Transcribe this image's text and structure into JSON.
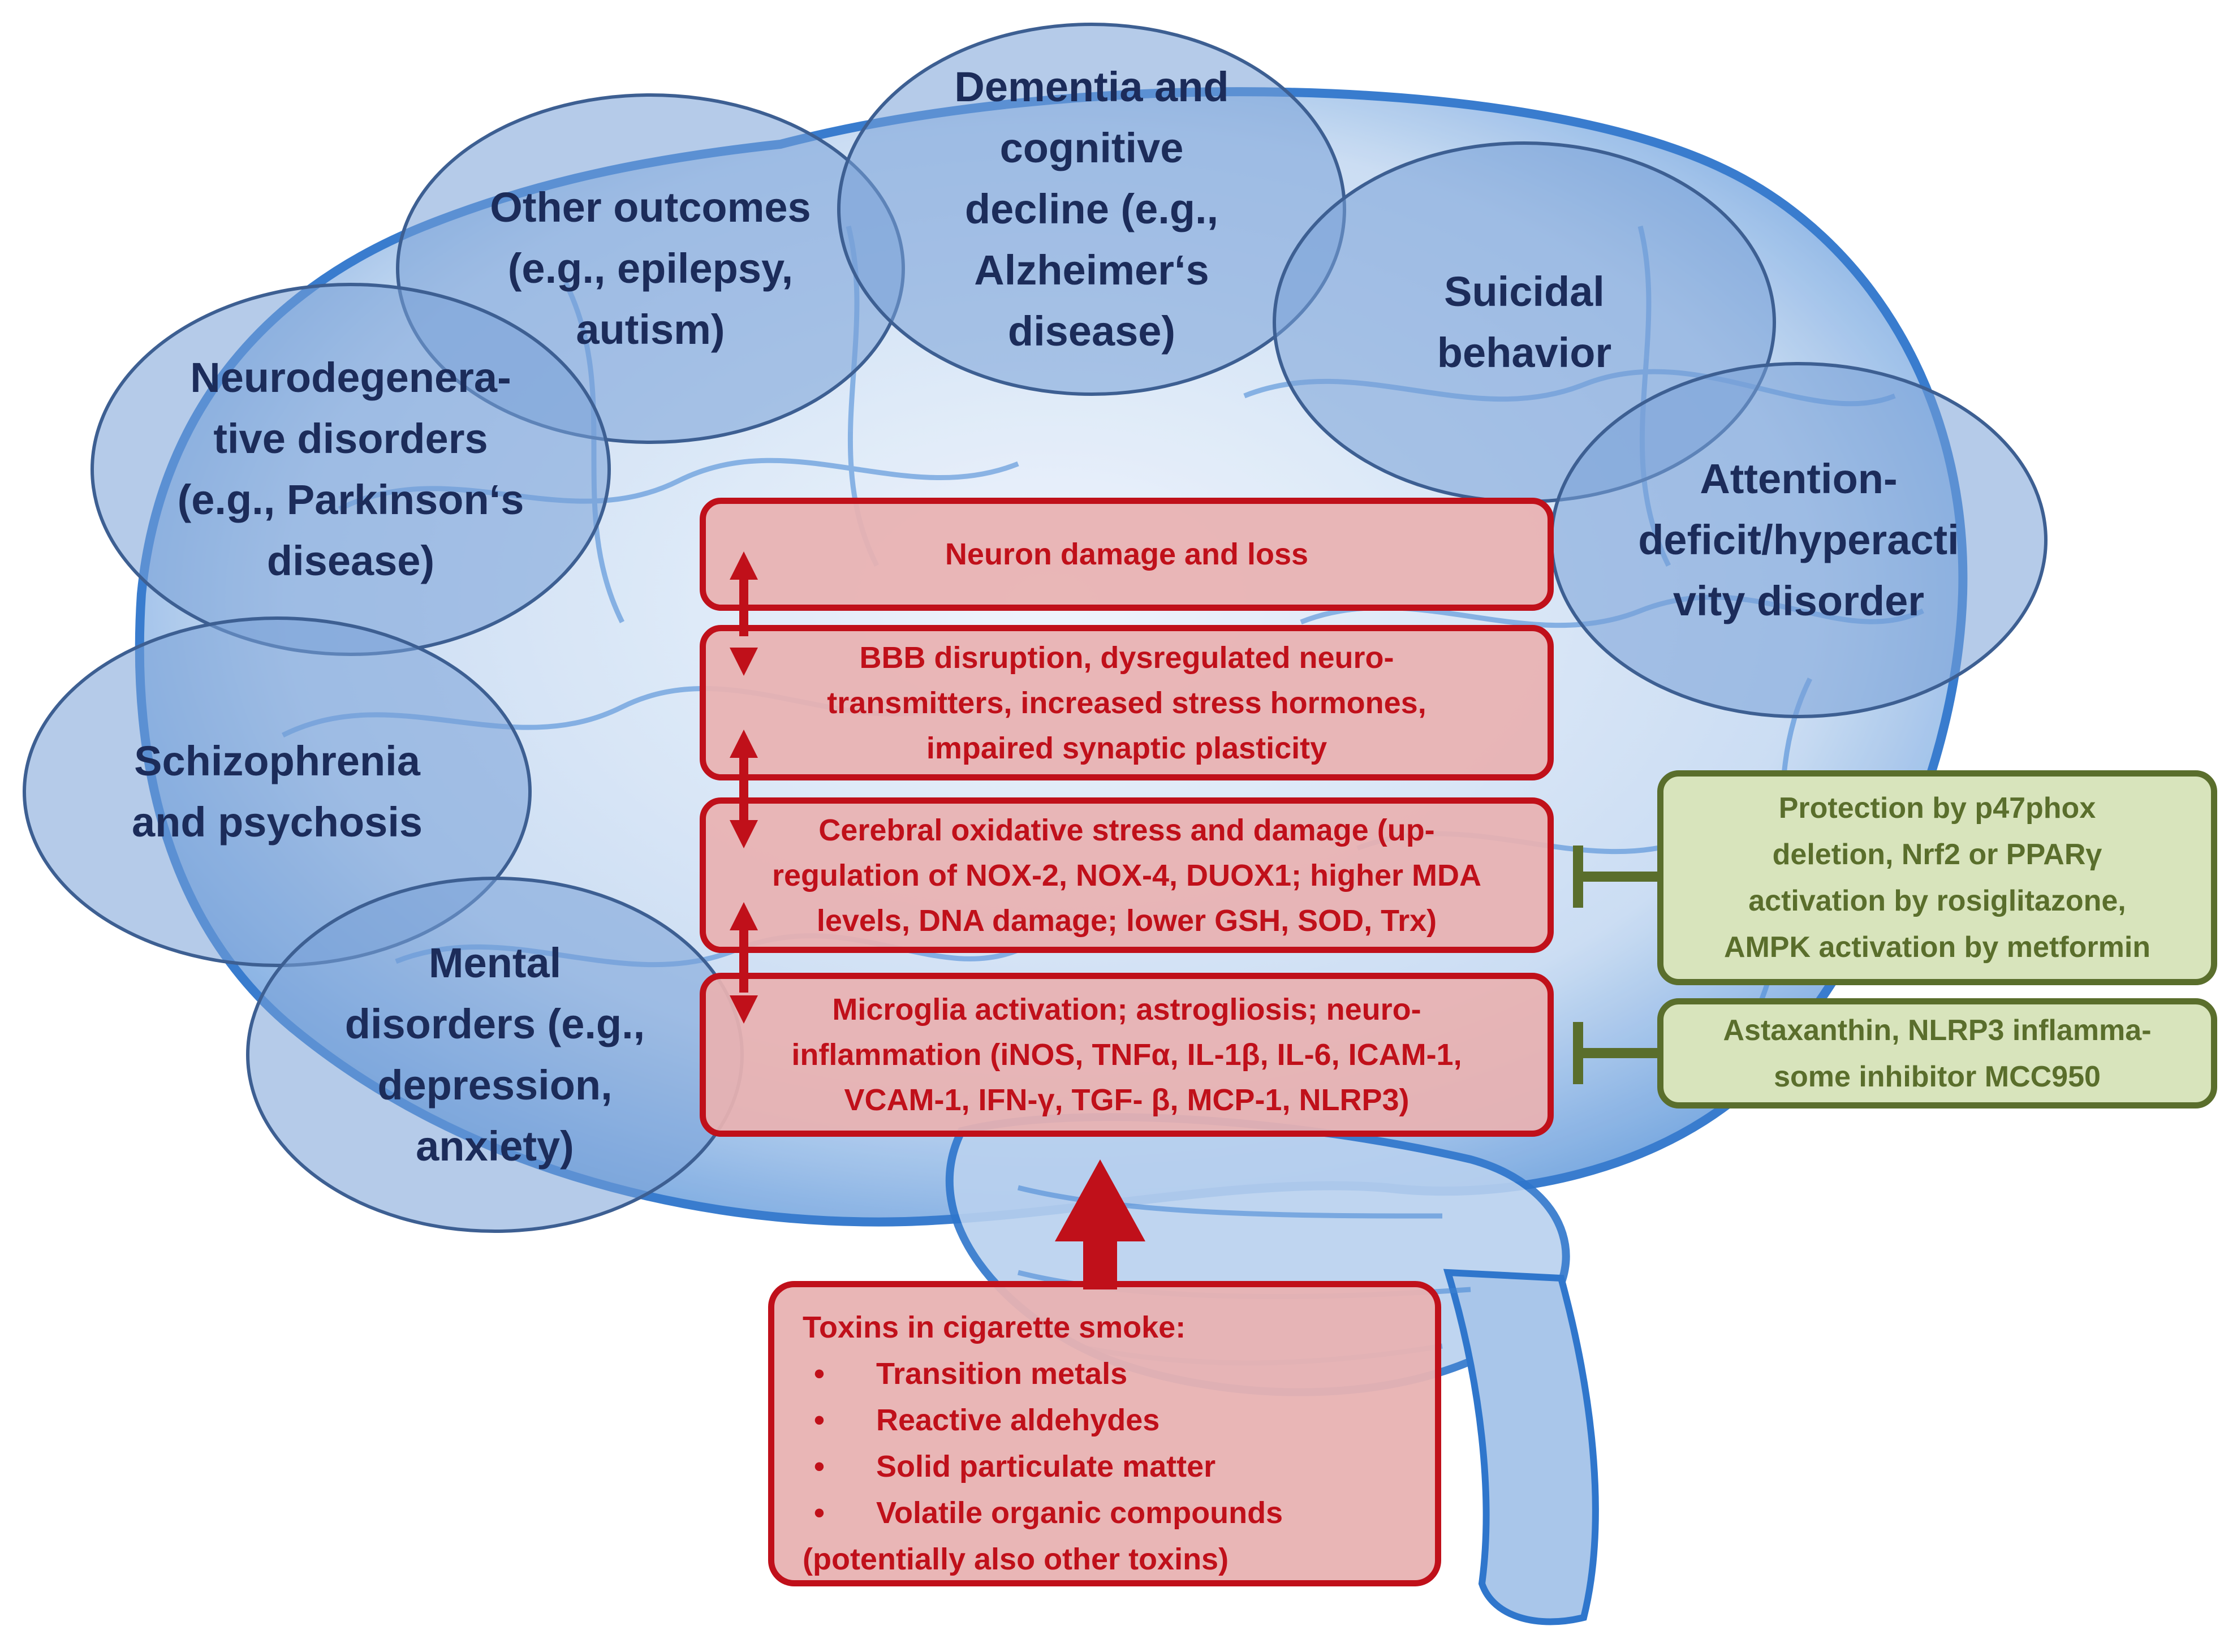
{
  "colors": {
    "ellipse_fill": "#7aa0d7",
    "ellipse_text": "#1c2c5a",
    "red": "#c0101a",
    "red_fill": "#e8b2b2",
    "green": "#5a6e2c",
    "green_fill": "#d8e4bc",
    "brain": "#3a7fd0"
  },
  "outcomes": {
    "dementia": "Dementia and\ncognitive\ndecline (e.g.,\nAlzheimer‘s\ndisease)",
    "other": "Other outcomes\n(e.g., epilepsy,\nautism)",
    "suicidal": "Suicidal\nbehavior",
    "neurodegenerative": "Neurodegenera-\ntive disorders\n(e.g., Parkinson‘s\ndisease)",
    "adhd": "Attention-\ndeficit/hyperacti\nvity disorder",
    "schizophrenia": "Schizophrenia\nand psychosis",
    "mental": "Mental\ndisorders (e.g.,\ndepression,\nanxiety)"
  },
  "mechanisms": {
    "neuron_damage": "Neuron damage and loss",
    "bbb": "BBB disruption, dysregulated neuro-\ntransmitters, increased stress hormones,\nimpaired synaptic plasticity",
    "oxidative": "Cerebral oxidative stress and damage (up-\nregulation of NOX-2, NOX-4, DUOX1; higher MDA\nlevels, DNA damage; lower GSH, SOD, Trx)",
    "microglia": "Microglia activation; astrogliosis; neuro-\ninflammation (iNOS, TNFα, IL-1β, IL-6, ICAM-1,\nVCAM-1, IFN-γ, TGF- β, MCP-1, NLRP3)"
  },
  "protection": {
    "oxidative": "Protection by p47phox\ndeletion, Nrf2 or PPARγ\nactivation by rosiglitazone,\nAMPK activation by metformin",
    "inflammation": "Astaxanthin, NLRP3 inflamma-\nsome inhibitor MCC950"
  },
  "toxins": {
    "title": "Toxins in cigarette smoke:",
    "bullet": "•",
    "items": [
      "Transition metals",
      "Reactive aldehydes",
      "Solid particulate matter",
      "Volatile organic compounds"
    ],
    "footer": "(potentially also other toxins)"
  }
}
